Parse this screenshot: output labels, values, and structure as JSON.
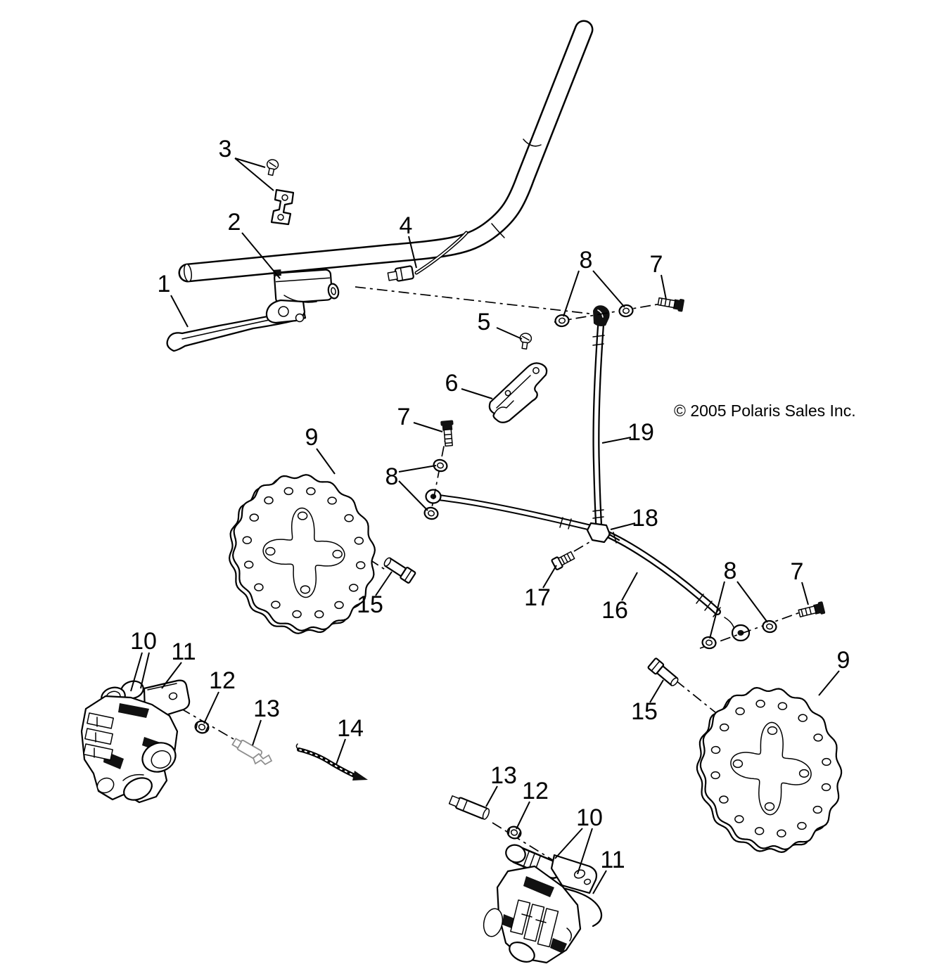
{
  "diagram": {
    "copyright": "© 2005 Polaris Sales Inc."
  },
  "callouts": {
    "c1": "1",
    "c2": "2",
    "c3": "3",
    "c4": "4",
    "c5": "5",
    "c6": "6",
    "c7": "7",
    "c8": "8",
    "c9": "9",
    "c10": "10",
    "c11": "11",
    "c12": "12",
    "c13": "13",
    "c14": "14",
    "c15": "15",
    "c16": "16",
    "c17": "17",
    "c18": "18",
    "c19": "19"
  },
  "colors": {
    "ink": "#000000",
    "paper": "#ffffff"
  }
}
